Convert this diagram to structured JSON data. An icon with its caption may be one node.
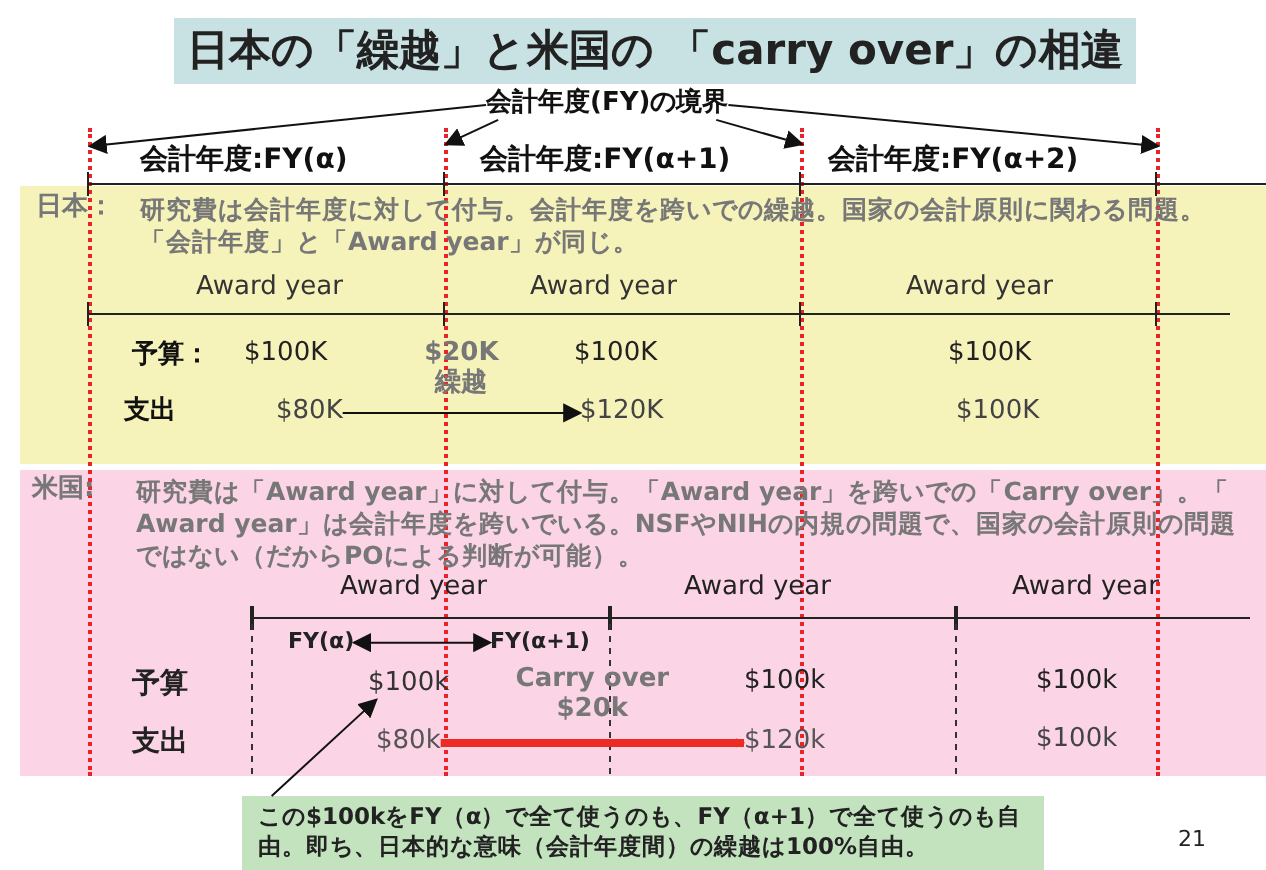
{
  "diagram": {
    "title": "日本の「繰越」と米国の 「carry over」の相違",
    "nodes": [
      {
        "text": [
          "会計年度(FY)の境界"
        ]
      },
      {
        "text": [],
        "shape": "line"
      },
      {
        "text": [],
        "shape": "line"
      },
      {
        "text": [],
        "shape": "line"
      },
      {
        "text": [],
        "shape": "line"
      },
      {
        "text": [
          "日本：",
          "研究費は会計年度に対して付与。会計年度を跨いでの繰越。国家の会計原則に関わる問題。「会計年度」と「Award year」が同じ。"
        ]
      },
      {
        "text": [
          "$80K"
        ],
        "in": 5
      },
      {
        "text": [
          "$120K"
        ],
        "in": 5
      },
      {
        "text": [
          "米国:",
          "研究費は「Award year」に対して付与。「Award year」を跨いでの「Carry over」。「 Award year」は会計年度を跨いでいる。NSFやNIHの内規の問題で、国家の会計原則の問題ではない（だからPOによる判断が可能）。"
        ]
      },
      {
        "text": [
          "FY(α)"
        ],
        "in": 8
      },
      {
        "text": [
          "FY(α+1)"
        ],
        "in": 8
      },
      {
        "text": [
          "$100k"
        ],
        "in": 8
      },
      {
        "text": [
          "$80k"
        ],
        "in": 8
      },
      {
        "text": [
          "$120k"
        ],
        "in": 8
      },
      {
        "text": [
          "この$100kをFY（α）で全て使うのも、FY（α+1）で全て使うのも自由。即ち、日本的な意味（会計年度間）の繰越は100%自由。"
        ]
      }
    ],
    "edges": [
      {
        "from": 0,
        "to": 1,
        "arrow": "to"
      },
      {
        "from": 0,
        "to": 2,
        "arrow": "to"
      },
      {
        "from": 0,
        "to": 3,
        "arrow": "to"
      },
      {
        "from": 0,
        "to": 4,
        "arrow": "to"
      },
      {
        "from": 6,
        "to": 7,
        "arrow": "to",
        "label": "$20K 繰越"
      },
      {
        "from": 9,
        "to": 10,
        "arrow": "both"
      },
      {
        "from": 12,
        "to": 13,
        "arrow": "to",
        "label": "Carry over $20k",
        "style": "thick",
        "color": "#ee2a24"
      },
      {
        "from": 14,
        "to": 11,
        "arrow": "to"
      }
    ],
    "labels": [
      "会計年度:FY(α)",
      "会計年度:FY(α+1)",
      "会計年度:FY(α+2)",
      "Award year",
      "Award year",
      "Award year",
      "予算：",
      "$100K",
      "$100K",
      "$100K",
      "支出",
      "$100K",
      "Award year",
      "Award year",
      "Award year",
      "予算",
      "$100k",
      "$100k",
      "支出",
      "$100k",
      "21"
    ]
  }
}
